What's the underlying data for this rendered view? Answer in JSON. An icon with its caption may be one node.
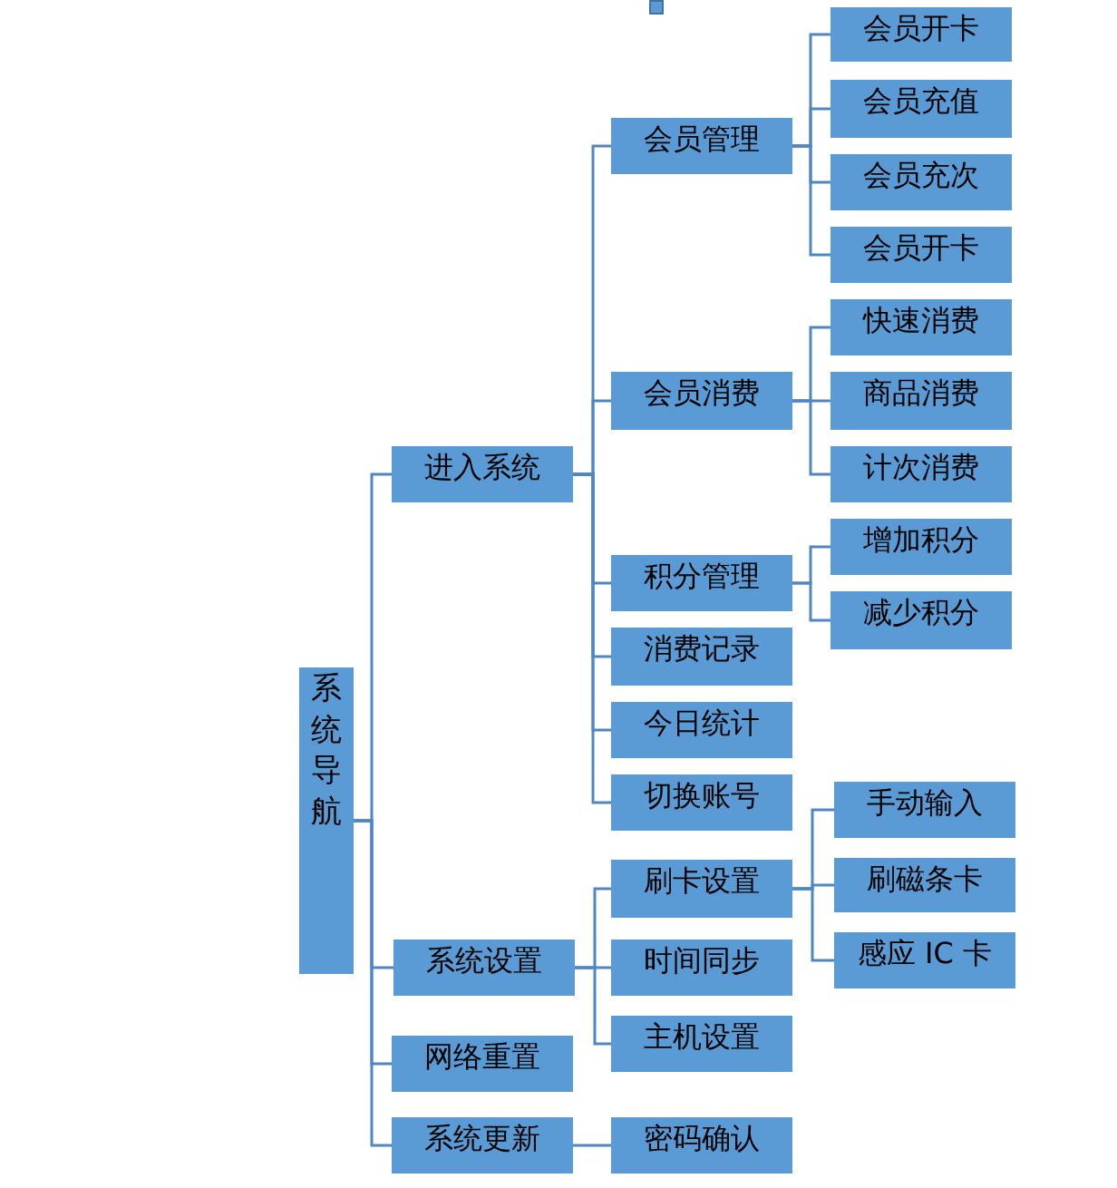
{
  "diagram": {
    "nodes": [
      {
        "text": [
          "系统导航"
        ]
      },
      {
        "text": [
          "进入系统"
        ]
      },
      {
        "text": [
          "会员管理"
        ]
      },
      {
        "text": [
          "会员开卡"
        ]
      },
      {
        "text": [
          "会员充值"
        ]
      },
      {
        "text": [
          "会员充次"
        ]
      },
      {
        "text": [
          "会员开卡"
        ]
      },
      {
        "text": [
          "会员消费"
        ]
      },
      {
        "text": [
          "快速消费"
        ]
      },
      {
        "text": [
          "商品消费"
        ]
      },
      {
        "text": [
          "计次消费"
        ]
      },
      {
        "text": [
          "积分管理"
        ]
      },
      {
        "text": [
          "增加积分"
        ]
      },
      {
        "text": [
          "减少积分"
        ]
      },
      {
        "text": [
          "消费记录"
        ]
      },
      {
        "text": [
          "今日统计"
        ]
      },
      {
        "text": [
          "切换账号"
        ]
      },
      {
        "text": [
          "系统设置"
        ]
      },
      {
        "text": [
          "刷卡设置"
        ]
      },
      {
        "text": [
          "手动输入"
        ]
      },
      {
        "text": [
          "刷磁条卡"
        ]
      },
      {
        "text": [
          "感应 IC 卡"
        ]
      },
      {
        "text": [
          "时间同步"
        ]
      },
      {
        "text": [
          "主机设置"
        ]
      },
      {
        "text": [
          "网络重置"
        ]
      },
      {
        "text": [
          "系统更新"
        ]
      },
      {
        "text": [
          "密码确认"
        ]
      }
    ],
    "edges": [
      {
        "from": 0,
        "to": 1,
        "arrow": "none"
      },
      {
        "from": 1,
        "to": 2,
        "arrow": "none"
      },
      {
        "from": 2,
        "to": 3,
        "arrow": "none"
      },
      {
        "from": 2,
        "to": 4,
        "arrow": "none"
      },
      {
        "from": 2,
        "to": 5,
        "arrow": "none"
      },
      {
        "from": 2,
        "to": 6,
        "arrow": "none"
      },
      {
        "from": 1,
        "to": 7,
        "arrow": "none"
      },
      {
        "from": 7,
        "to": 8,
        "arrow": "none"
      },
      {
        "from": 7,
        "to": 9,
        "arrow": "none"
      },
      {
        "from": 7,
        "to": 10,
        "arrow": "none"
      },
      {
        "from": 1,
        "to": 11,
        "arrow": "none"
      },
      {
        "from": 11,
        "to": 12,
        "arrow": "none"
      },
      {
        "from": 11,
        "to": 13,
        "arrow": "none"
      },
      {
        "from": 1,
        "to": 14,
        "arrow": "none"
      },
      {
        "from": 1,
        "to": 15,
        "arrow": "none"
      },
      {
        "from": 1,
        "to": 16,
        "arrow": "none"
      },
      {
        "from": 0,
        "to": 17,
        "arrow": "none"
      },
      {
        "from": 17,
        "to": 18,
        "arrow": "none"
      },
      {
        "from": 18,
        "to": 19,
        "arrow": "none"
      },
      {
        "from": 18,
        "to": 20,
        "arrow": "none"
      },
      {
        "from": 18,
        "to": 21,
        "arrow": "none"
      },
      {
        "from": 17,
        "to": 22,
        "arrow": "none"
      },
      {
        "from": 17,
        "to": 23,
        "arrow": "none"
      },
      {
        "from": 0,
        "to": 24,
        "arrow": "none"
      },
      {
        "from": 0,
        "to": 25,
        "arrow": "none"
      },
      {
        "from": 25,
        "to": 26,
        "arrow": "none"
      }
    ]
  }
}
